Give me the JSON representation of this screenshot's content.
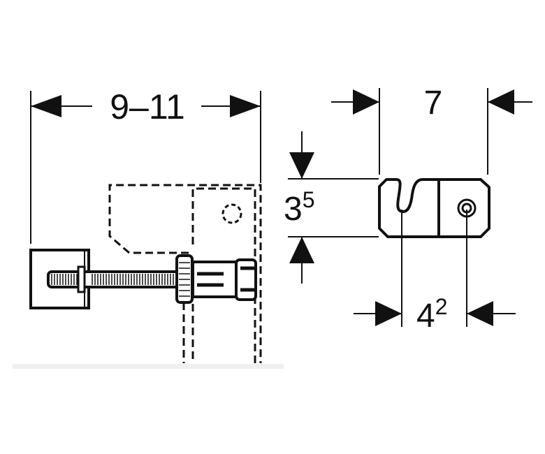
{
  "dimensions": {
    "overall_width": "9–11",
    "bracket_width": "7",
    "bracket_height_base": "3",
    "bracket_height_sup": "5",
    "hole_spacing_base": "4",
    "hole_spacing_sup": "2"
  }
}
